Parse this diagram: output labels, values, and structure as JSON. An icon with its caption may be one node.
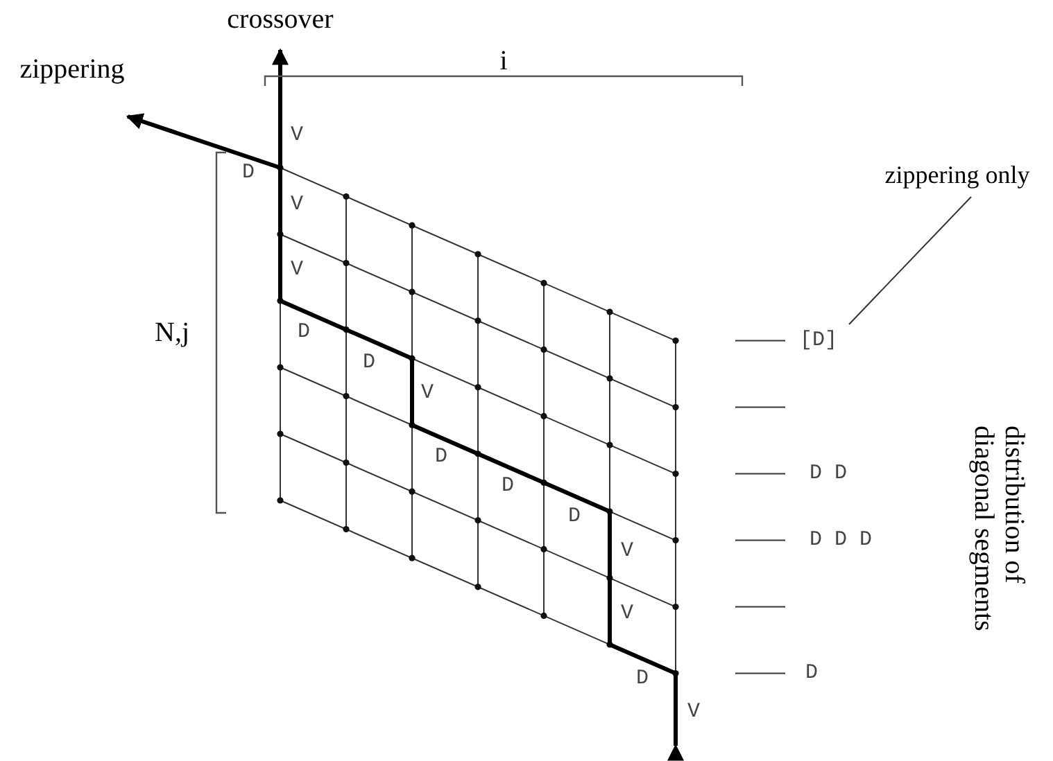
{
  "diagram": {
    "nodes": [
      {
        "text": [
          "zippering only"
        ]
      },
      {
        "text": [
          "[D]"
        ]
      }
    ],
    "edges": [
      {
        "from": 0,
        "to": 1,
        "arrow": "none"
      }
    ],
    "labels": [
      "crossover",
      "i",
      "zippering",
      "V",
      "D",
      "V",
      "V",
      "N,j",
      "D",
      "D",
      "V",
      "D",
      "D",
      "D",
      "V",
      "V",
      "D",
      "V",
      "D D",
      "D D D",
      "D",
      "distribution of diagonal segments"
    ]
  }
}
